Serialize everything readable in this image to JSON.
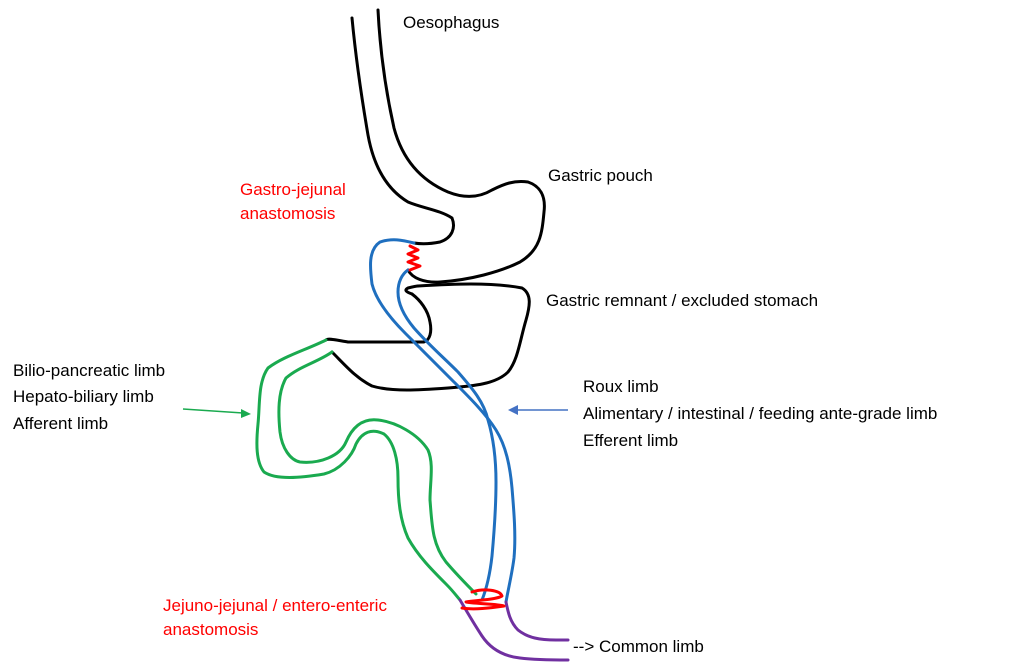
{
  "colors": {
    "stomach": "#000000",
    "roux_limb": "#1f6fbf",
    "biliopancreatic_limb": "#1aaa4f",
    "common_limb": "#7030a0",
    "anastomosis": "#ff0000",
    "label_red": "#ff0000",
    "label_black": "#000000",
    "arrow_green": "#1aaa4f",
    "arrow_blue": "#4472c4"
  },
  "labels": {
    "oesophagus": "Oesophagus",
    "gastric_pouch": "Gastric pouch",
    "gastric_remnant": "Gastric remnant / excluded stomach",
    "gastro_jejunal": [
      "Gastro-jejunal",
      "anastomosis"
    ],
    "biliopancreatic": [
      "Bilio-pancreatic limb",
      "Hepato-biliary limb",
      "Afferent limb"
    ],
    "roux": [
      "Roux limb",
      "Alimentary / intestinal / feeding ante-grade limb",
      "Efferent limb"
    ],
    "jejuno_jejunal": [
      "Jejuno-jejunal / entero-enteric",
      "anastomosis"
    ],
    "common_limb": "--> Common limb"
  }
}
